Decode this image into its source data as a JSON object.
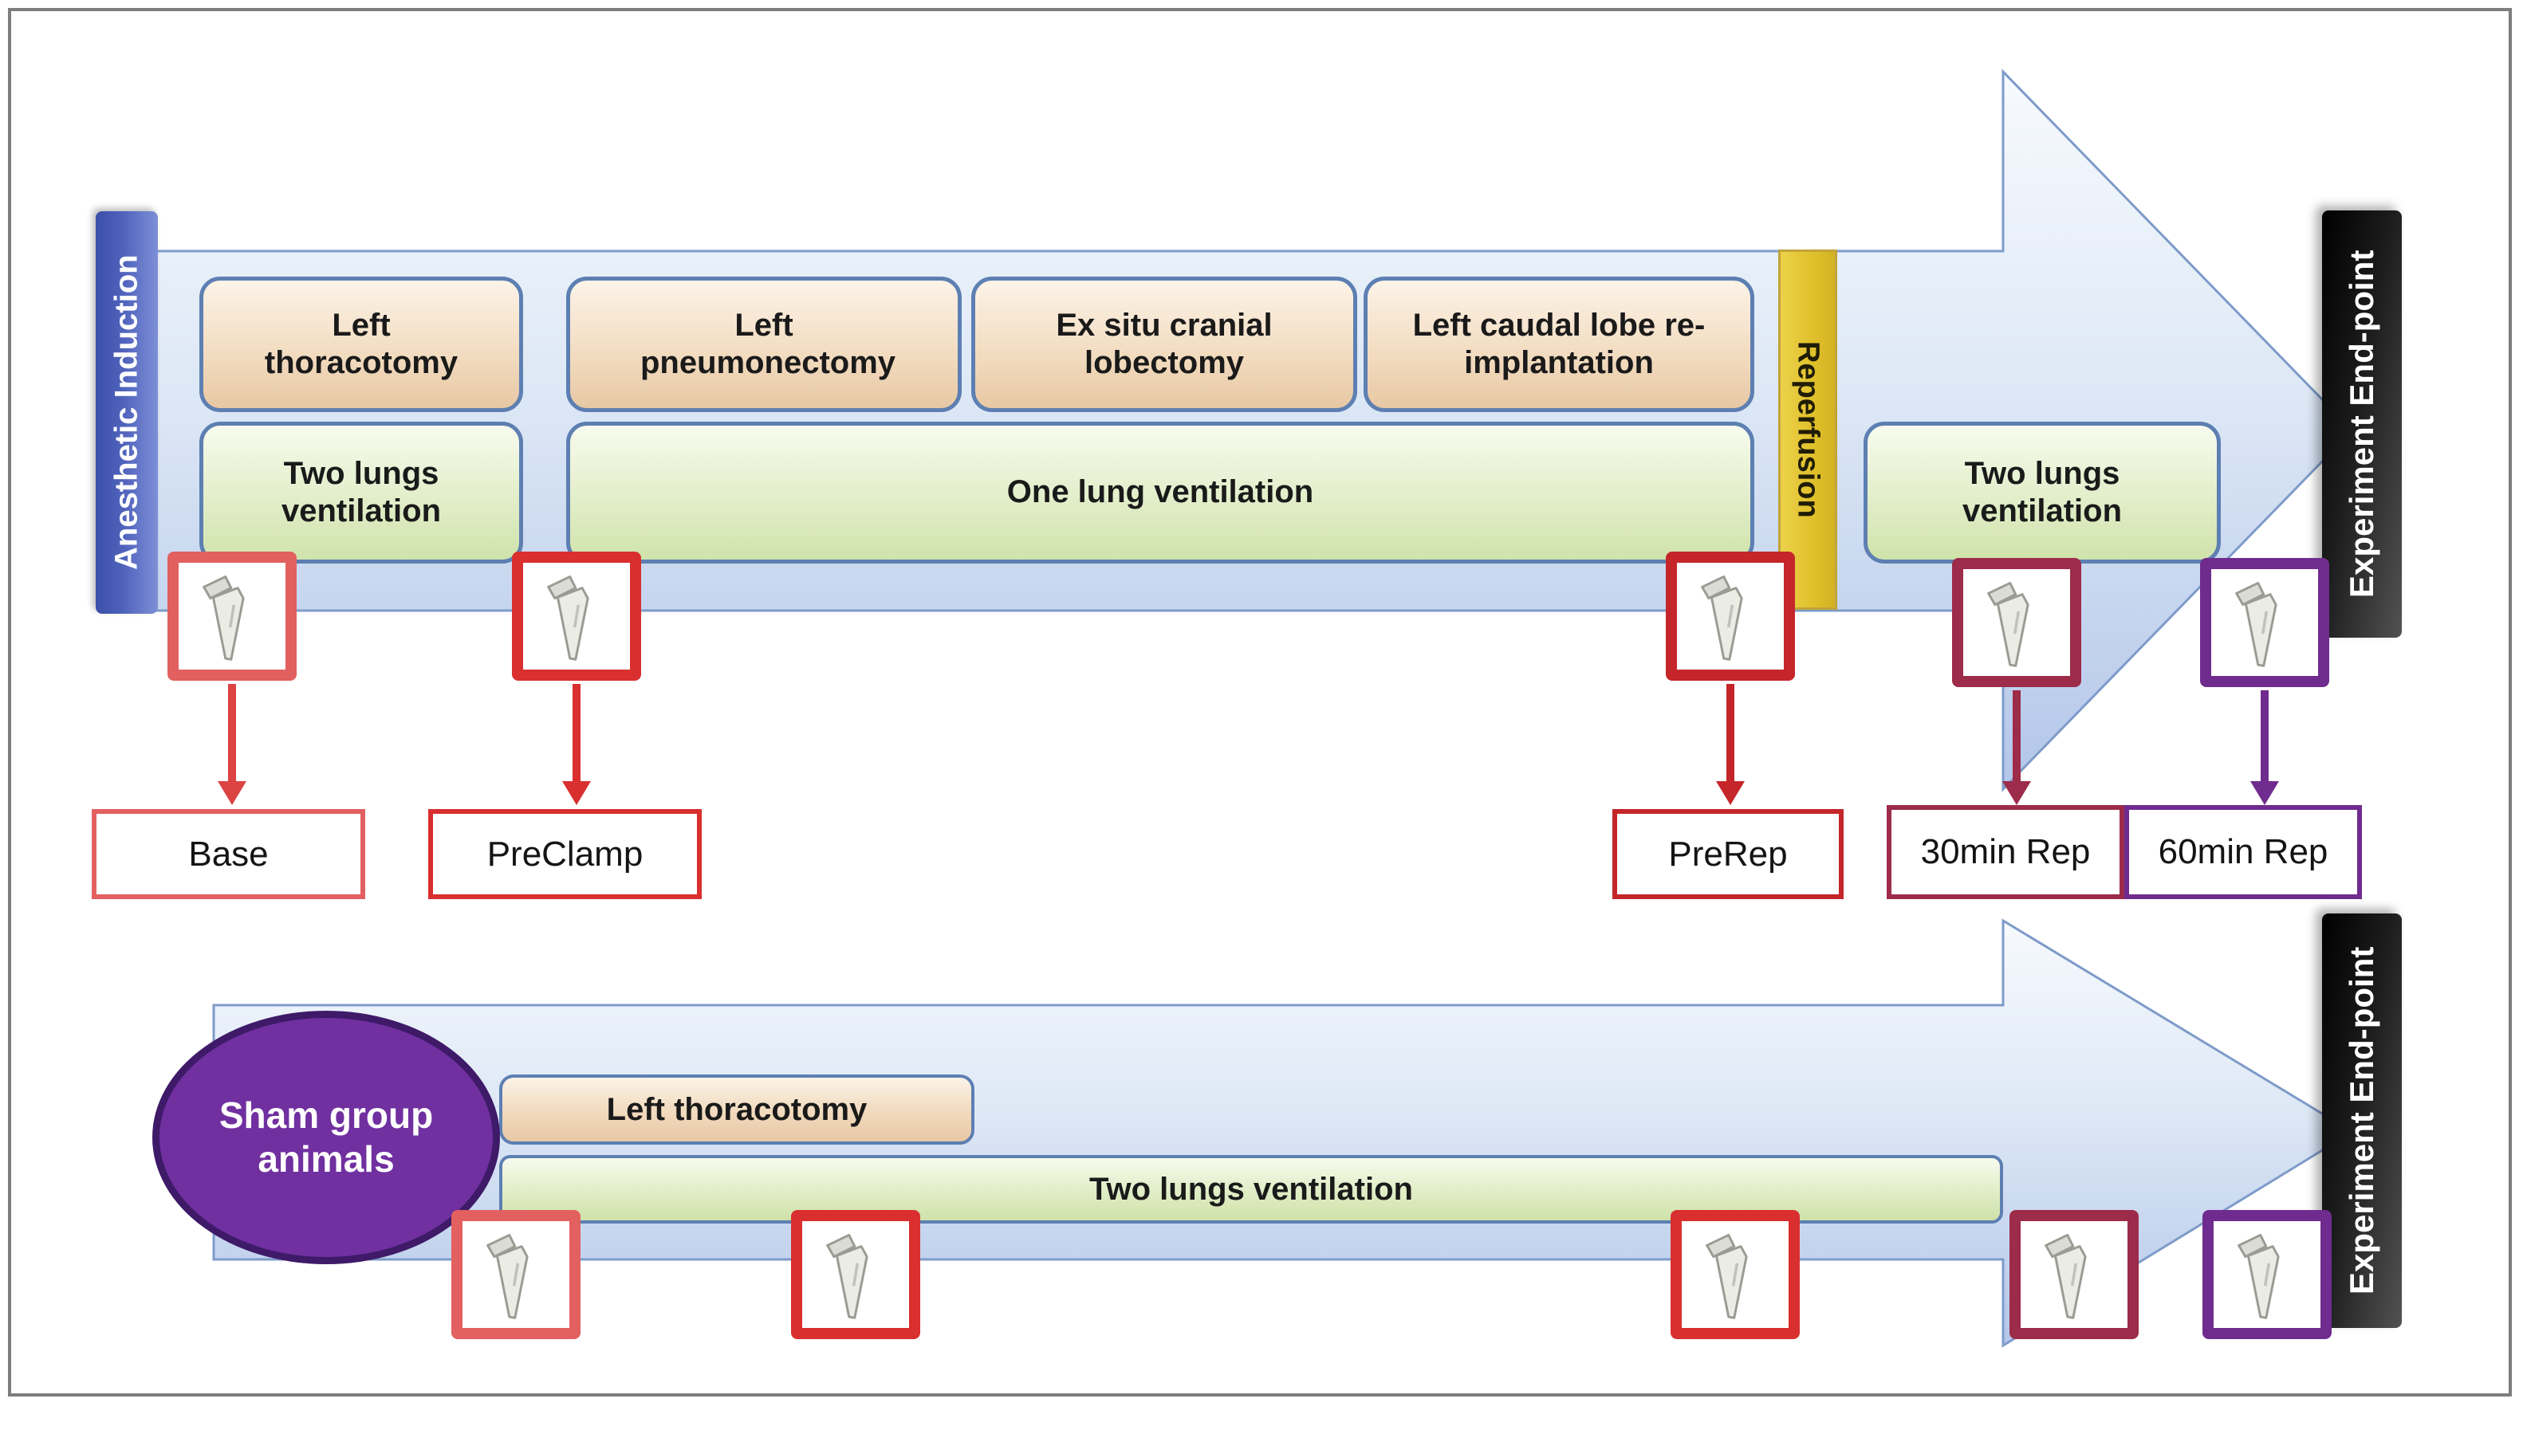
{
  "top": {
    "anesthetic": "Anesthetic Induction",
    "procedures": [
      "Left thoracotomy",
      "Left pneumonectomy",
      "Ex situ cranial lobectomy",
      "Left caudal lobe re-implantation"
    ],
    "two_lungs_1": "Two lungs ventilation",
    "one_lung": "One lung ventilation",
    "reperfusion": "Reperfusion",
    "two_lungs_2": "Two lungs ventilation",
    "endpoint": "Experiment End-point"
  },
  "samples": {
    "base": "Base",
    "preclamp": "PreClamp",
    "prerep": "PreRep",
    "rep30": "30min Rep",
    "rep60": "60min Rep"
  },
  "sham": {
    "label": "Sham group animals",
    "thoracotomy": "Left thoracotomy",
    "two_lungs": "Two lungs ventilation",
    "endpoint": "Experiment End-point"
  },
  "colors": {
    "salmon": "#e26060",
    "red": "#d92f2f",
    "dark_red": "#c4262a",
    "maroon": "#9d2b4a",
    "purple": "#7030a0",
    "arrow_border": "#7e9bc9",
    "reperfusion_bg": "#e0c02b",
    "anesthetic_bg": "#5063bc",
    "endpoint_bg": "#111111",
    "box_border": "#5d7fb2"
  }
}
